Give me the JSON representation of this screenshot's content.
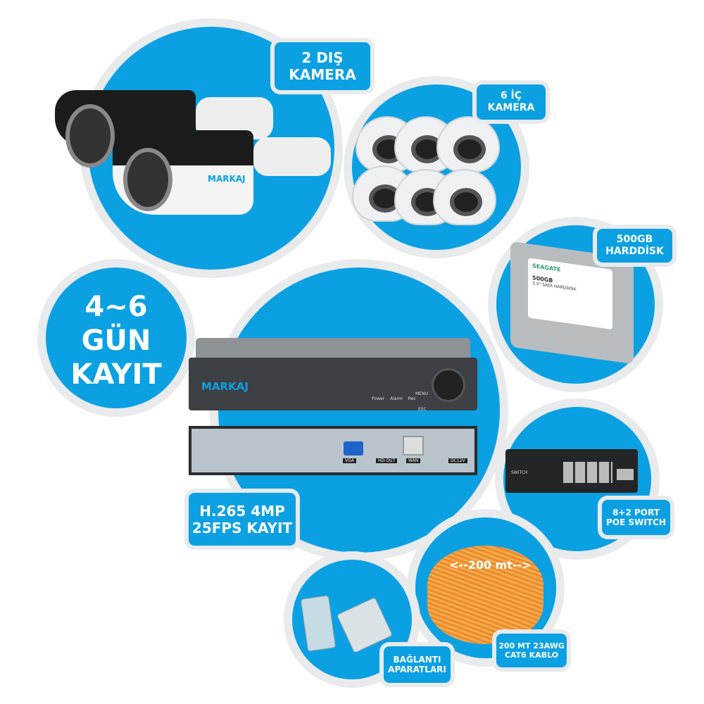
{
  "brand": "MARKAJ",
  "colors": {
    "accent": "#0ba0e2",
    "ring": "#e8eaec"
  },
  "labels": {
    "outdoor": [
      "2 DIŞ",
      "KAMERA"
    ],
    "indoor": [
      "6 İÇ",
      "KAMERA"
    ],
    "hdd": [
      "500GB",
      "HARDDİSK"
    ],
    "switch": [
      "8+2 PORT",
      "POE SWITCH"
    ],
    "cable": [
      "200 MT 23AWG",
      "CAT6 KABLO"
    ],
    "connectors": [
      "BAĞLANTI",
      "APARATLARI"
    ],
    "nvr": [
      "H.265 4MP",
      "25FPS KAYIT"
    ],
    "record": [
      "4~6",
      "GÜN",
      "KAYIT"
    ]
  },
  "nvr_panel": {
    "leds": [
      "Power",
      "Alarm",
      "Rec"
    ],
    "buttons": [
      "MENU",
      "ESC"
    ],
    "ports": [
      "VGA",
      "HD-OUT",
      "WAN",
      "DC12V"
    ]
  },
  "hdd_label": {
    "maker": "SEAGATE",
    "capacity": "500GB",
    "type": "3.5\" SATA HARDDISK"
  },
  "switch_label": "SWITCH",
  "cable_length": "<--200 mt-->"
}
